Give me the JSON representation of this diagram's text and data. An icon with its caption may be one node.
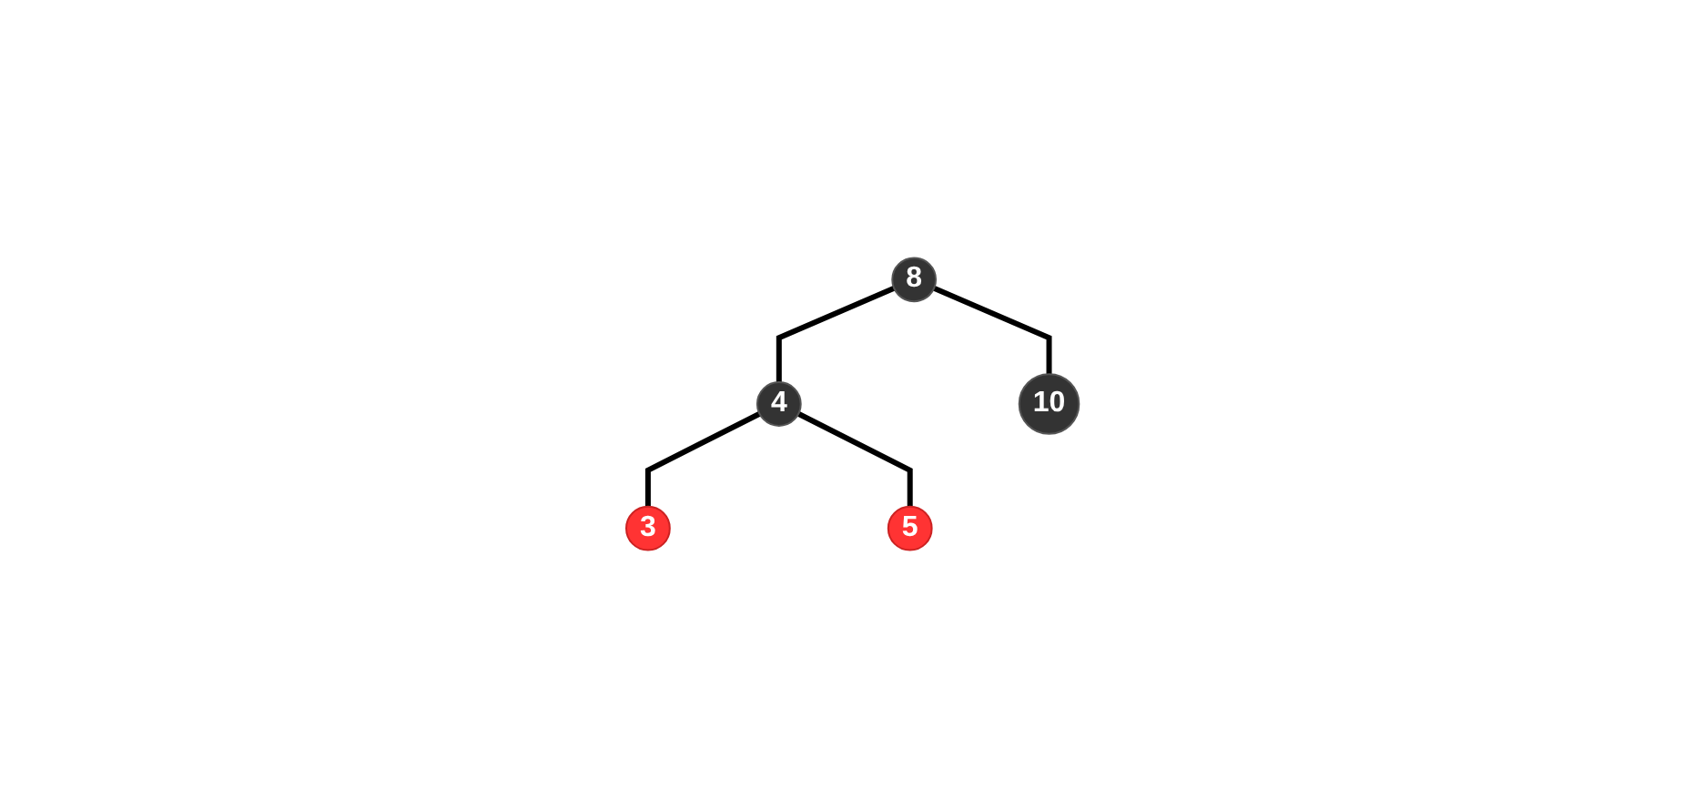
{
  "diagram": {
    "nodes": [
      {
        "text": [
          "8"
        ]
      },
      {
        "text": [
          "4"
        ]
      },
      {
        "text": [
          "10"
        ]
      },
      {
        "text": [
          "3"
        ]
      },
      {
        "text": [
          "5"
        ]
      }
    ],
    "edges": [
      {
        "from": 0,
        "to": 1,
        "arrow": "none"
      },
      {
        "from": 0,
        "to": 2,
        "arrow": "none"
      },
      {
        "from": 1,
        "to": 3,
        "arrow": "none"
      },
      {
        "from": 1,
        "to": 4,
        "arrow": "none"
      }
    ]
  }
}
